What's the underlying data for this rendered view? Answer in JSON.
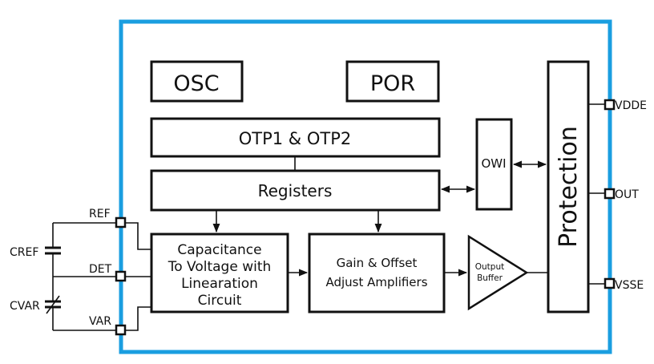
{
  "colors": {
    "chip_outline": "#1a9ee0",
    "line": "#111111",
    "background": "#ffffff"
  },
  "blocks": {
    "osc": "OSC",
    "por": "POR",
    "otp": "OTP1 & OTP2",
    "registers": "Registers",
    "owi": "OWI",
    "protection": "Protection",
    "cvc_line1": "Capacitance",
    "cvc_line2": "To Voltage with",
    "cvc_line3": "Linearation",
    "cvc_line4": "Circuit",
    "amp_line1": "Gain & Offset",
    "amp_line2": "Adjust Amplifiers",
    "buffer_line1": "Output",
    "buffer_line2": "Buffer"
  },
  "pins": {
    "ref": "REF",
    "det": "DET",
    "var": "VAR",
    "vdde": "VDDE",
    "out": "OUT",
    "vsse": "VSSE"
  },
  "external": {
    "cref": "CREF",
    "cvar": "CVAR"
  }
}
